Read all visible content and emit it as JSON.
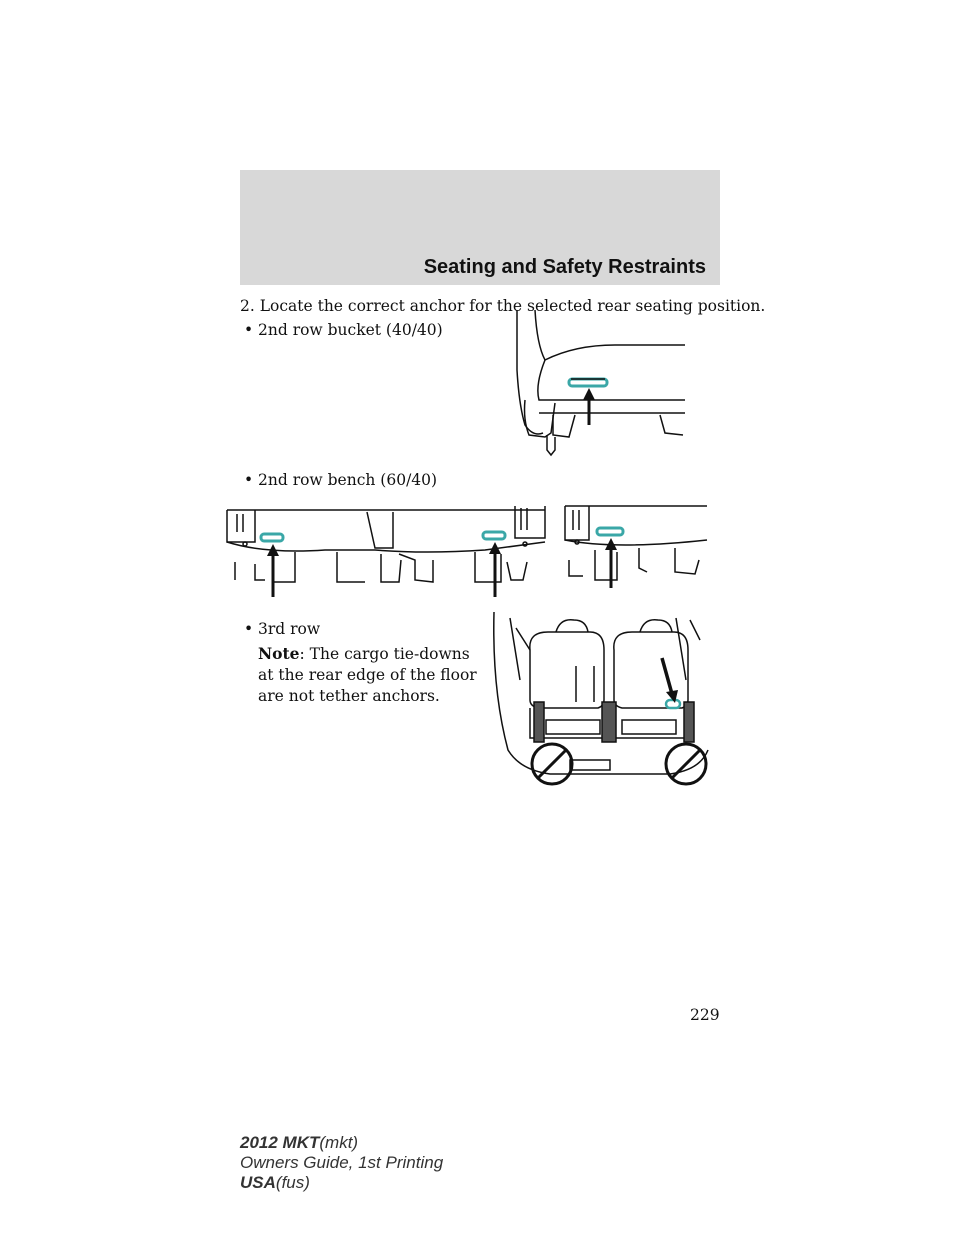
{
  "header": {
    "section_title": "Seating and Safety Restraints"
  },
  "content": {
    "step": "2. Locate the correct anchor for the selected rear seating position.",
    "bullets": [
      {
        "symbol": "•",
        "label": "2nd row bucket (40/40)"
      },
      {
        "symbol": "•",
        "label": "2nd row bench (60/40)"
      },
      {
        "symbol": "•",
        "label": "3rd row"
      }
    ],
    "note": {
      "label": "Note",
      "text": ": The cargo tie-downs at the rear edge of the floor are not tether anchors."
    }
  },
  "page_number": "229",
  "footer": {
    "line1_bold": "2012 MKT",
    "line1_rest": "(mkt)",
    "line2": "Owners Guide, 1st Printing",
    "line3_bold": "USA",
    "line3_rest": "(fus)"
  },
  "colors": {
    "header_band": "#d8d8d8",
    "anchor_highlight": "#3aa7a7"
  }
}
